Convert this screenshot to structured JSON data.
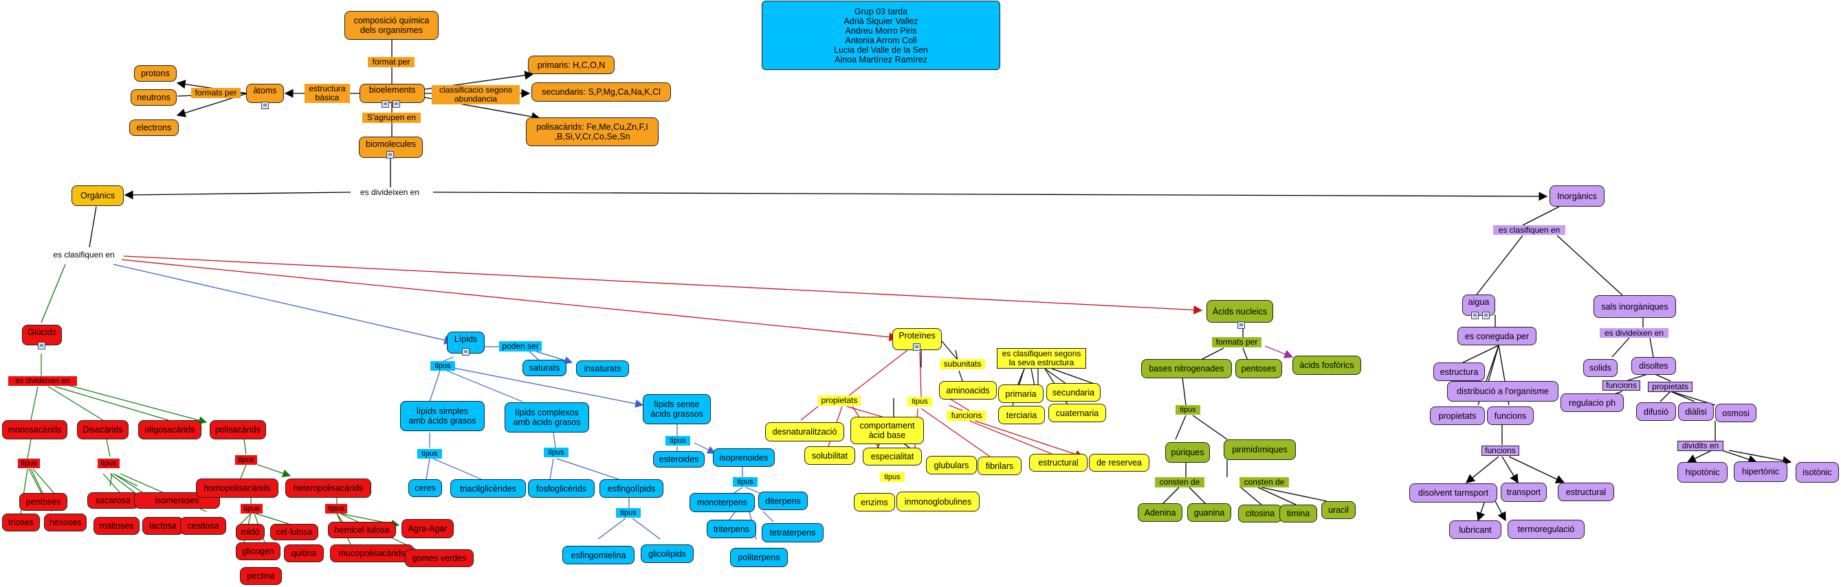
{
  "title_box": {
    "text": "Grup 03 tarda\nAdrià Siquier Vallez\nAndreu Morro Piris\nAntonia Arrom Coll\nLucia del Valle de la Sen\nAinoa Martínez Ramírez"
  },
  "colors": {
    "orange": "#f7a01e",
    "cyan": "#00c0ff",
    "yellow": "#ffff33",
    "green": "#99bb22",
    "red": "#ee1111",
    "purple": "#c79cf5"
  },
  "bioelements": {
    "composicio": "composició química\ndels organismes",
    "format_per": "format per",
    "bioelements": "bioelements",
    "estructura_basica": "estructura\nbàsica",
    "atoms": "àtoms",
    "formats_per": "formats per",
    "protons": "protons",
    "neutrons": "neutrons",
    "electrons": "electrons",
    "classificacio": "classificacio segons\nabundancia",
    "primaris": "primaris: H,C,O,N",
    "secundaris": "secundaris: S,P,Mg,Ca,Na,K,Cl",
    "polisacarids": "polisacàrids: Fe,Me,Cu,Zn,F,I\n,B,Si,V,Cr,Co,Se,Sn",
    "sagrupen": "S'agrupen en",
    "biomolecules": "biomolecules",
    "es_divideixen_en": "es divideixen en"
  },
  "organics": {
    "organics": "Orgànics",
    "es_clasifiquen_en": "es clasifiquen en",
    "glucids": "Glúcids",
    "es_divideixen": "es divideixen en",
    "monosacarids": "monosacàrids",
    "disacarids": "Disacàrids",
    "oligosacarids": "oligosacàrids",
    "polisacarids": "polisacàrids",
    "tipus": "tipus",
    "pentoses": "pentoses",
    "trioses": "trioses",
    "hexoses": "hexoses",
    "sacarosa": "sacarosa",
    "isomerases": "isomerases",
    "maltoses": "maltoses",
    "lactosa": "lactosa",
    "cesitosa": "cesitosa",
    "tipus_pol": "tipus",
    "homopolisacarids": "homopolisacàrids",
    "heteropolisacarids": "heteropolisacàrids",
    "midó": "midó",
    "cel_lulosa": "cel·lulosa",
    "glicogen": "glicogen",
    "quitina": "quitina",
    "pectina": "pectina",
    "hemicel_lulosa": "hemicel·lulosa",
    "agra_agar": "Agra-Agar",
    "mucopolisacarids": "mucopolisacàrids",
    "gomes_verdes": "gomes verdes"
  },
  "lipids": {
    "lipids": "Lípids",
    "poden_ser": "poden ser",
    "saturats": "saturats",
    "insaturats": "insaturats",
    "tipus": "tipus",
    "simples": "lípids simples\namb àcids grasos",
    "complexos": "lípids complexos\namb àcids grasos",
    "sense": "lípids sense\nàcids grassos",
    "ceres": "ceres",
    "triacil": "triacilglicèrides",
    "fosfo": "fosfoglicèrids",
    "esfingolipids": "esfingolípids",
    "esfingomielina": "esfingomielina",
    "glicolipids": "glicolípids",
    "esteroides": "esteroides",
    "isoprenoides": "isoprenoides",
    "monoterpens": "monoterpens",
    "diterpens": "diterpens",
    "triterpens": "triterpens",
    "tetraterpens": "tetraterpens",
    "politerpens": "politerpens"
  },
  "proteines": {
    "proteines": "Proteïnes",
    "propietats": "propietats",
    "desnaturalitzacio": "desnaturalització",
    "solubilitat": "solubilitat",
    "comportament": "comportament\nàcid base",
    "especialitat": "especialitat",
    "tipus": "tipus",
    "enzims": "enzims",
    "inmonoglobulines": "inmonoglobulines",
    "subunitats": "subunitats",
    "aminoacids": "aminoacids",
    "funcions": "funcions",
    "globulars": "glubulars",
    "fibrilars": "fibrilars",
    "estructural": "estructural",
    "de_reservea": "de reservea",
    "es_clasifiquen": "es clasifiquen segons\nla seva estructura",
    "primaria": "primaria",
    "secundaria": "secundaria",
    "terciaria": "terciaria",
    "cuaternaria": "cuaternaria"
  },
  "acids": {
    "acids_nucleics": "Àcids nucleics",
    "formats_per": "formats per",
    "bases": "bases nitrogenades",
    "pentoses": "pentoses",
    "fosforics": "àcids fosfòrics",
    "tipus": "tipus",
    "puriques": "púriques",
    "pirimidimiques": "pirimidímiques",
    "consten_de": "consten de",
    "consten_de2": "consten de",
    "adenina": "Adenina",
    "guanina": "guanina",
    "citosina": "citosina",
    "timina": "timina",
    "uracil": "uracil"
  },
  "inorganics": {
    "inorganics": "Inorgànics",
    "es_clasifiquen_en": "es clasifiquen en",
    "aigua": "aigua",
    "sals": "sals inorgàniques",
    "es_coneguda": "es coneguda per",
    "estructura": "estructura",
    "distribucio": "distribució a l'organisme",
    "propietats": "propietats",
    "funcions_node": "funcions",
    "funcions_lab": "funcions",
    "dissolvent": "disolvent tarnsport",
    "transport": "transport",
    "estructural": "estructural",
    "lubrificant": "lubricant",
    "termoreg": "termoregulació",
    "es_divideixen": "es divideixen en",
    "solids": "solids",
    "disoltes": "disoltes",
    "funcions2": "funcions",
    "propietats2": "propietats",
    "regulacio": "regulacio ph",
    "difusio": "difusió",
    "dialisi": "diàlisi",
    "osmosi": "osmosi",
    "dividits": "dividits en",
    "hipotonic": "hipotònic",
    "hipertonic": "hipertònic",
    "isotonic": "isotònic"
  }
}
